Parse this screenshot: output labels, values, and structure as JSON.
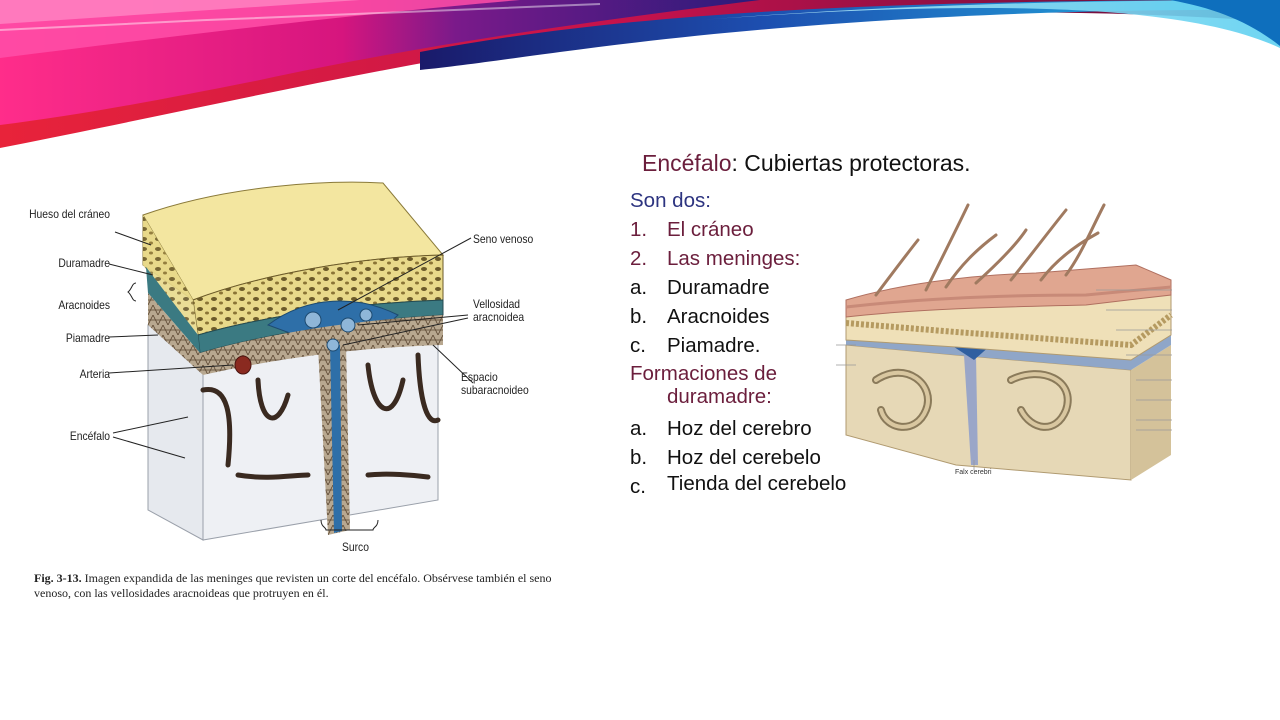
{
  "slide": {
    "title_highlight": "Encéfalo",
    "title_rest": ": Cubiertas protectoras.",
    "intro": "Son dos:",
    "items": [
      {
        "marker": "1.",
        "label": "El cráneo"
      },
      {
        "marker": "2.",
        "label": "Las meninges:"
      },
      {
        "marker": "a.",
        "label": "Duramadre"
      },
      {
        "marker": "b.",
        "label": "Aracnoides"
      },
      {
        "marker": "c.",
        "label": "Piamadre."
      }
    ],
    "formations_line1": "Formaciones de",
    "formations_line2": "duramadre:",
    "sub_items": [
      {
        "marker": "a.",
        "label": "Hoz del cerebro"
      },
      {
        "marker": "b.",
        "label": "Hoz del cerebelo"
      },
      {
        "marker": "c.",
        "label": "Tienda del cerebelo"
      }
    ]
  },
  "left_figure": {
    "labels": {
      "hueso": "Hueso del cráneo",
      "duramadre": "Duramadre",
      "aracnoides": "Aracnoides",
      "piamadre": "Piamadre",
      "arteria": "Arteria",
      "encefalo": "Encéfalo",
      "seno": "Seno venoso",
      "vellosidad": "Vellosidad aracnoidea",
      "espacio": "Espacio subaracnoideo",
      "surco": "Surco"
    },
    "caption_ref": "Fig. 3-13.",
    "caption_text": " Imagen expandida de las meninges que revisten un corte del encéfalo. Obsérvese también el seno venoso, con las vellosidades aracnoideas que protruyen en él."
  },
  "right_figure": {
    "falx_label": "Falx cerebri"
  },
  "colors": {
    "plum": "#6b1e3c",
    "navy": "#2d3480",
    "banner_pink": "#e0167c",
    "banner_cyan": "#22b8e0"
  }
}
